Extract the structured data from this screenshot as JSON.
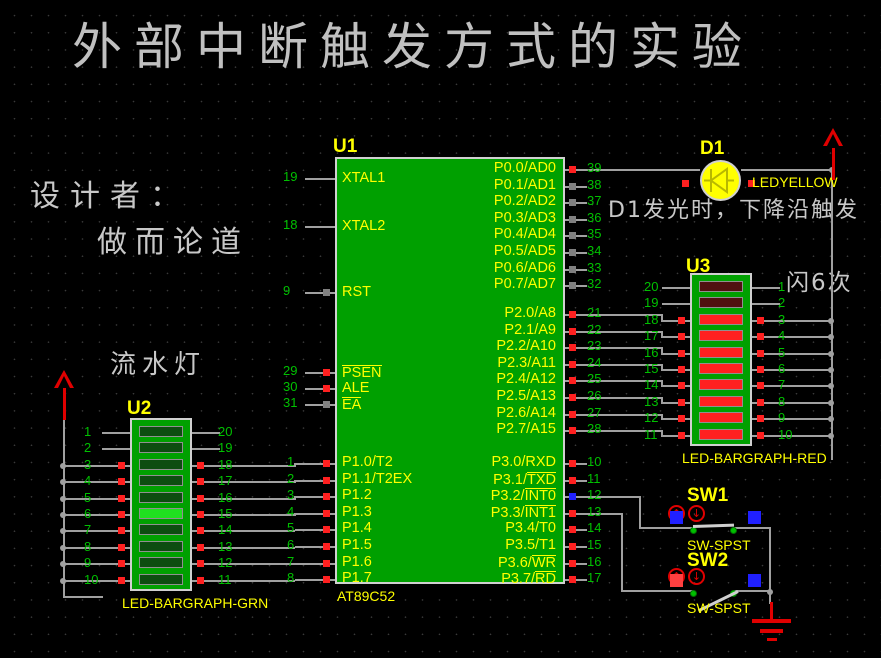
{
  "title": "外部中断触发方式的实验",
  "annotations": {
    "designer_label": "设计者：",
    "designer_name": "做而论道",
    "u2_caption": "流水灯",
    "d1_note": "D1发光时，下降沿触发",
    "u3_note": "闪6次"
  },
  "colors": {
    "background": "#000000",
    "grid_dot": "#3a3a3a",
    "wire": "#a0a0a0",
    "ic_body": "#00a000",
    "ic_border": "#d0d0d0",
    "pin_label": "#ffff00",
    "pin_number": "#00c000",
    "pad_red": "#ff2020",
    "pad_gray": "#808080",
    "pad_blue": "#2020ff",
    "led_yellow": "#ffff00",
    "led_red_on": "#ff2020",
    "led_red_off": "#501010",
    "led_green_on": "#20e020",
    "led_green_off": "#0d4d10",
    "power_red": "#e00000",
    "text_white": "#c8c8c8"
  },
  "u1": {
    "ref": "U1",
    "part": "AT89C52",
    "left_pins": [
      {
        "num": "19",
        "label": "XTAL1",
        "pad": "none"
      },
      {
        "num": "18",
        "label": "XTAL2",
        "pad": "none"
      },
      {
        "num": "9",
        "label": "RST",
        "pad": "gray"
      },
      {
        "num": "29",
        "label": "PSEN",
        "pad": "red",
        "overline": true
      },
      {
        "num": "30",
        "label": "ALE",
        "pad": "red"
      },
      {
        "num": "31",
        "label": "EA",
        "pad": "gray",
        "overline": true
      }
    ],
    "left_p1_pins": [
      {
        "num": "1",
        "label": "P1.0/T2",
        "pad": "red"
      },
      {
        "num": "2",
        "label": "P1.1/T2EX",
        "pad": "red"
      },
      {
        "num": "3",
        "label": "P1.2",
        "pad": "red"
      },
      {
        "num": "4",
        "label": "P1.3",
        "pad": "red"
      },
      {
        "num": "5",
        "label": "P1.4",
        "pad": "red"
      },
      {
        "num": "6",
        "label": "P1.5",
        "pad": "red"
      },
      {
        "num": "7",
        "label": "P1.6",
        "pad": "red"
      },
      {
        "num": "8",
        "label": "P1.7",
        "pad": "red"
      }
    ],
    "right_p0_pins": [
      {
        "num": "39",
        "label": "P0.0/AD0",
        "pad": "red"
      },
      {
        "num": "38",
        "label": "P0.1/AD1",
        "pad": "gray"
      },
      {
        "num": "37",
        "label": "P0.2/AD2",
        "pad": "gray"
      },
      {
        "num": "36",
        "label": "P0.3/AD3",
        "pad": "gray"
      },
      {
        "num": "35",
        "label": "P0.4/AD4",
        "pad": "gray"
      },
      {
        "num": "34",
        "label": "P0.5/AD5",
        "pad": "gray"
      },
      {
        "num": "33",
        "label": "P0.6/AD6",
        "pad": "gray"
      },
      {
        "num": "32",
        "label": "P0.7/AD7",
        "pad": "gray"
      }
    ],
    "right_p2_pins": [
      {
        "num": "21",
        "label": "P2.0/A8",
        "pad": "red"
      },
      {
        "num": "22",
        "label": "P2.1/A9",
        "pad": "red"
      },
      {
        "num": "23",
        "label": "P2.2/A10",
        "pad": "red"
      },
      {
        "num": "24",
        "label": "P2.3/A11",
        "pad": "red"
      },
      {
        "num": "25",
        "label": "P2.4/A12",
        "pad": "red"
      },
      {
        "num": "26",
        "label": "P2.5/A13",
        "pad": "red"
      },
      {
        "num": "27",
        "label": "P2.6/A14",
        "pad": "red"
      },
      {
        "num": "28",
        "label": "P2.7/A15",
        "pad": "red"
      }
    ],
    "right_p3_pins": [
      {
        "num": "10",
        "label": "P3.0/RXD",
        "pad": "red"
      },
      {
        "num": "11",
        "label": "P3.1/TXD",
        "pad": "red",
        "overline_part": "TXD"
      },
      {
        "num": "12",
        "label": "P3.2/INT0",
        "pad": "blue",
        "overline_part": "INT0"
      },
      {
        "num": "13",
        "label": "P3.3/INT1",
        "pad": "red",
        "overline_part": "INT1"
      },
      {
        "num": "14",
        "label": "P3.4/T0",
        "pad": "red"
      },
      {
        "num": "15",
        "label": "P3.5/T1",
        "pad": "red"
      },
      {
        "num": "16",
        "label": "P3.6/WR",
        "pad": "red",
        "overline_part": "WR"
      },
      {
        "num": "17",
        "label": "P3.7/RD",
        "pad": "red",
        "overline_part": "RD"
      }
    ]
  },
  "u2": {
    "ref": "U2",
    "part": "LED-BARGRAPH-GRN",
    "left_pins": [
      "1",
      "2",
      "3",
      "4",
      "5",
      "6",
      "7",
      "8",
      "9",
      "10"
    ],
    "right_pins": [
      "20",
      "19",
      "18",
      "17",
      "16",
      "15",
      "14",
      "13",
      "12",
      "11"
    ],
    "left_pads": [
      "none",
      "none",
      "red",
      "red",
      "red",
      "red",
      "red",
      "red",
      "red",
      "red"
    ],
    "right_pads": [
      "none",
      "none",
      "red",
      "red",
      "red",
      "red",
      "red",
      "red",
      "red",
      "red"
    ],
    "segments_on": [
      false,
      false,
      false,
      false,
      false,
      true,
      false,
      false,
      false,
      false
    ]
  },
  "u3": {
    "ref": "U3",
    "part": "LED-BARGRAPH-RED",
    "left_pins": [
      "20",
      "19",
      "18",
      "17",
      "16",
      "15",
      "14",
      "13",
      "12",
      "11"
    ],
    "right_pins": [
      "1",
      "2",
      "3",
      "4",
      "5",
      "6",
      "7",
      "8",
      "9",
      "10"
    ],
    "left_pads": [
      "none",
      "none",
      "red",
      "red",
      "red",
      "red",
      "red",
      "red",
      "red",
      "red"
    ],
    "right_pads": [
      "none",
      "none",
      "red",
      "red",
      "red",
      "red",
      "red",
      "red",
      "red",
      "red"
    ],
    "segments_on": [
      false,
      false,
      true,
      true,
      true,
      true,
      true,
      true,
      true,
      true
    ]
  },
  "d1": {
    "ref": "D1",
    "part": "LEDYELLOW"
  },
  "sw1": {
    "ref": "SW1",
    "part": "SW-SPST",
    "state": "closed",
    "actuator_up": "↑",
    "actuator_down": "↓"
  },
  "sw2": {
    "ref": "SW2",
    "part": "SW-SPST",
    "state": "open",
    "actuator_up": "↑",
    "actuator_down": "↓"
  }
}
